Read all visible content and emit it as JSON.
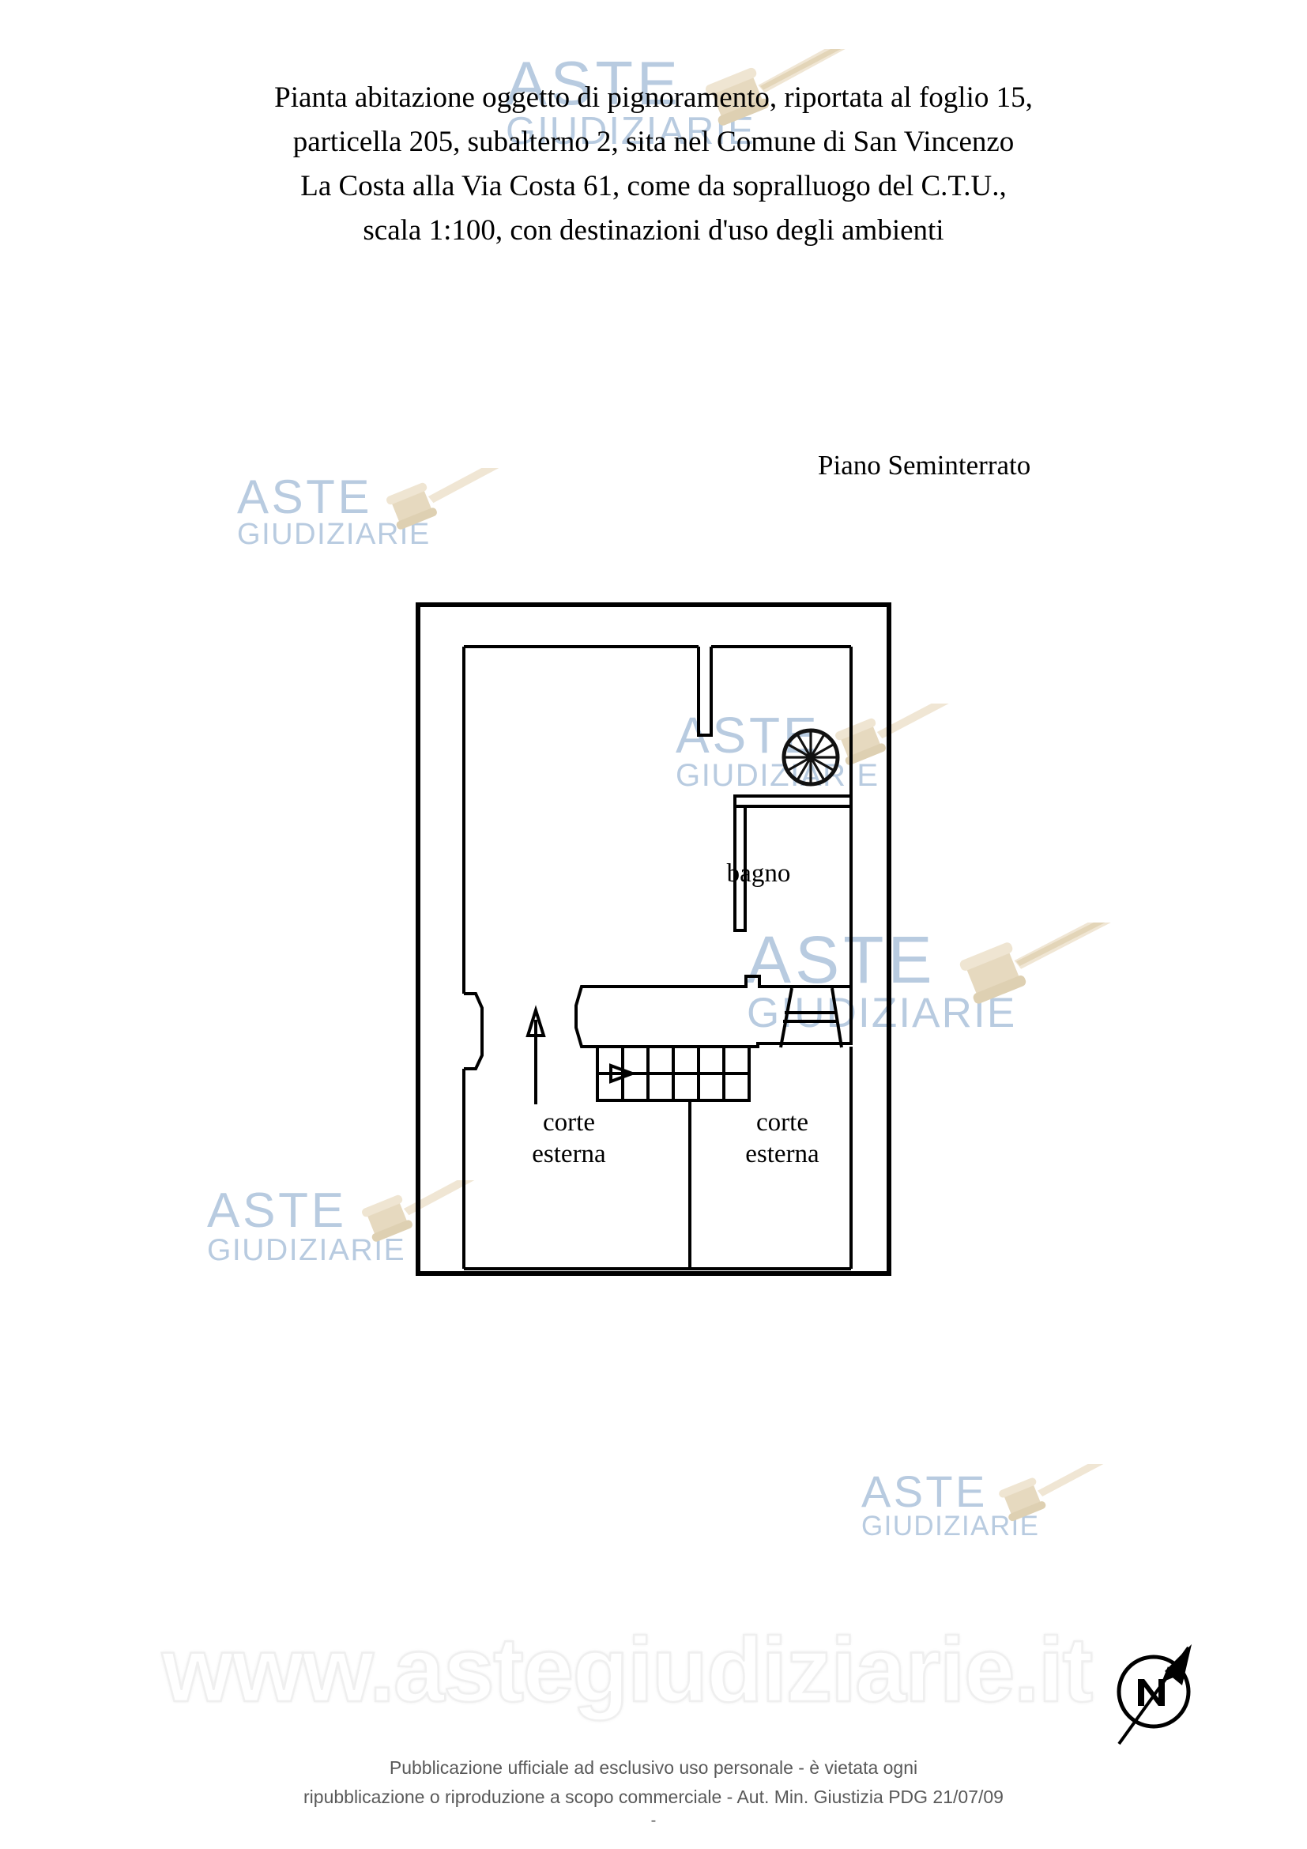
{
  "document": {
    "title_lines": [
      "Pianta abitazione oggetto di pignoramento, riportata al foglio 15,",
      "particella 205, subalterno 2, sita nel Comune di San Vincenzo",
      "La Costa alla Via Costa 61, come da sopralluogo del C.T.U.,",
      "scala 1:100, con destinazioni d'uso degli ambienti"
    ],
    "floor_label": "Piano Seminterrato",
    "scale": "1:100",
    "sheet": "15",
    "parcel": "205",
    "subaltern": "2",
    "municipality": "San Vincenzo La Costa",
    "address": "Via Costa 61"
  },
  "plan": {
    "rooms": [
      {
        "id": "bagno",
        "label": "bagno"
      },
      {
        "id": "corte-esterna-left",
        "label": "corte\nesterna"
      },
      {
        "id": "corte-esterna-right",
        "label": "corte\nesterna"
      }
    ],
    "symbols": [
      {
        "id": "spiral-staircase",
        "name": "spiral-staircase-icon"
      },
      {
        "id": "straight-staircase",
        "name": "staircase-icon"
      },
      {
        "id": "direction-arrow",
        "name": "up-arrow-icon"
      },
      {
        "id": "stair-direction-arrow",
        "name": "left-arrow-icon"
      }
    ],
    "line_color": "#000000",
    "wall_color": "#000000"
  },
  "watermarks": {
    "brand_line1": "ASTE",
    "brand_line2": "GIUDIZIARIE",
    "url": "www.astegiudiziarie.it",
    "brand_color": "#b8cbe0",
    "gavel_color": "#e8dcc4"
  },
  "compass": {
    "label": "N",
    "name": "north-arrow-icon"
  },
  "footer": {
    "line1": "Pubblicazione ufficiale ad esclusivo uso personale - è vietata ogni",
    "line2": "ripubblicazione o riproduzione a scopo commerciale - Aut. Min. Giustizia PDG 21/07/09",
    "line3": "-"
  }
}
